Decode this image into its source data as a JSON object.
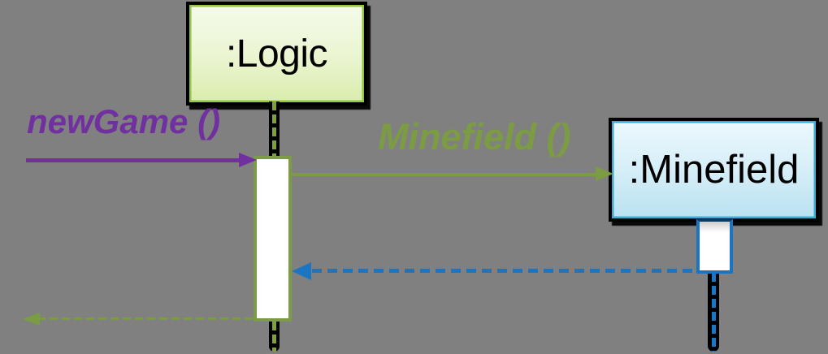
{
  "diagram": {
    "type": "uml-sequence-diagram",
    "background_color": "#808080",
    "actors": [
      {
        "name": ":Logic",
        "fill_top": "#F5FBEA",
        "fill_bottom": "#D9ECAC",
        "inner_stroke": "#94C63F",
        "outer_border": "#000000"
      },
      {
        "name": ":Minefield",
        "fill_top": "#EBF8FD",
        "fill_bottom": "#B9E2F1",
        "inner_stroke": "#3FABD4",
        "outer_border": "#000000"
      }
    ],
    "messages": [
      {
        "label": "newGame ()",
        "from": "environment",
        "to": ":Logic",
        "line_style": "solid",
        "color": "#7030A0"
      },
      {
        "label": "Minefield ()",
        "from": ":Logic",
        "to": ":Minefield",
        "line_style": "solid",
        "color": "#7B9C42"
      },
      {
        "label": "",
        "from": ":Minefield",
        "to": ":Logic",
        "line_style": "dashed",
        "color": "#1B75C0"
      },
      {
        "label": "",
        "from": ":Logic",
        "to": "environment",
        "line_style": "dashed",
        "color": "#7B9C42"
      }
    ]
  }
}
